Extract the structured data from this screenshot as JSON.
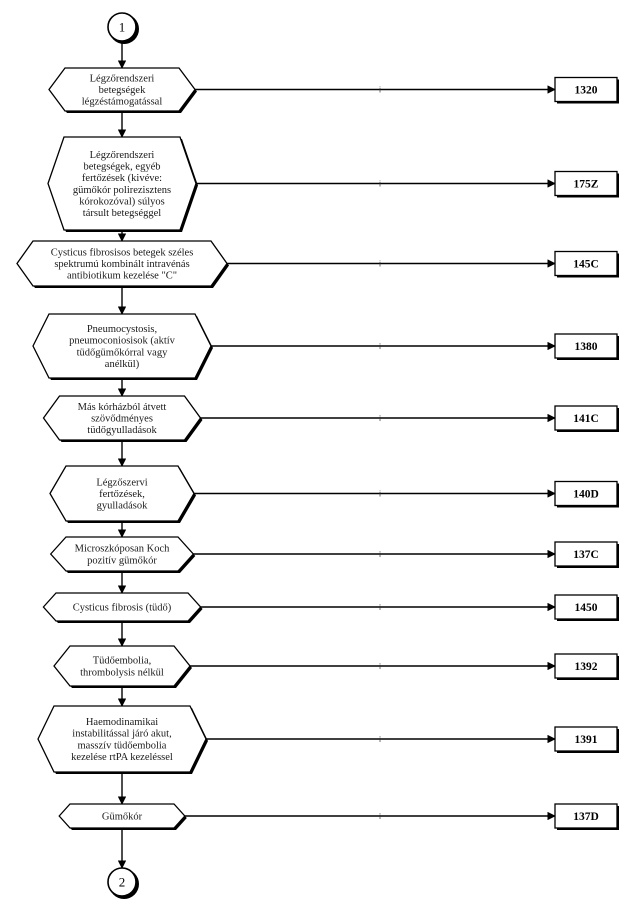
{
  "start_connector": "1",
  "end_connector": "2",
  "colors": {
    "line": "#000000",
    "shape_fill": "#ffffff",
    "shadow": "#000000"
  },
  "steps": [
    {
      "lines": [
        "Légzőrendszeri",
        "betegségek",
        "légzéstámogatással"
      ],
      "branch_label": "i",
      "code": "1320"
    },
    {
      "lines": [
        "Légzőrendszeri",
        "betegségek, egyéb",
        "fertőzések (kivéve:",
        "gümőkór polirezisztens",
        "kórokozóval) súlyos",
        "társult betegséggel"
      ],
      "branch_label": "i",
      "code": "175Z"
    },
    {
      "lines": [
        "Cysticus fibrosisos betegek széles",
        "spektrumú kombinált intravénás",
        "antibiotikum kezelése \"C\""
      ],
      "branch_label": "i",
      "code": "145C"
    },
    {
      "lines": [
        "Pneumocystosis,",
        "pneumoconiosisok (aktív",
        "tüdőgümőkórral vagy",
        "anélkül)"
      ],
      "branch_label": "i",
      "code": "1380"
    },
    {
      "lines": [
        "Más kórházból átvett",
        "szövődményes",
        "tüdőgyulladások"
      ],
      "branch_label": "i",
      "code": "141C"
    },
    {
      "lines": [
        "Légzőszervi",
        "fertőzések,",
        "gyulladások"
      ],
      "branch_label": "i",
      "code": "140D"
    },
    {
      "lines": [
        "Microszkóposan Koch",
        "pozitív gümőkór"
      ],
      "branch_label": "i",
      "code": "137C"
    },
    {
      "lines": [
        "Cysticus fibrosis (tüdő)"
      ],
      "branch_label": "i",
      "code": "1450"
    },
    {
      "lines": [
        "Tüdőembolia,",
        "thrombolysis nélkül"
      ],
      "branch_label": "i",
      "code": "1392"
    },
    {
      "lines": [
        "Haemodinamikai",
        "instabilitással járó akut,",
        "masszív tüdőembolia",
        "kezelése rtPA kezeléssel"
      ],
      "branch_label": "i",
      "code": "1391"
    },
    {
      "lines": [
        "Gümőkór"
      ],
      "branch_label": "i",
      "code": "137D"
    }
  ]
}
